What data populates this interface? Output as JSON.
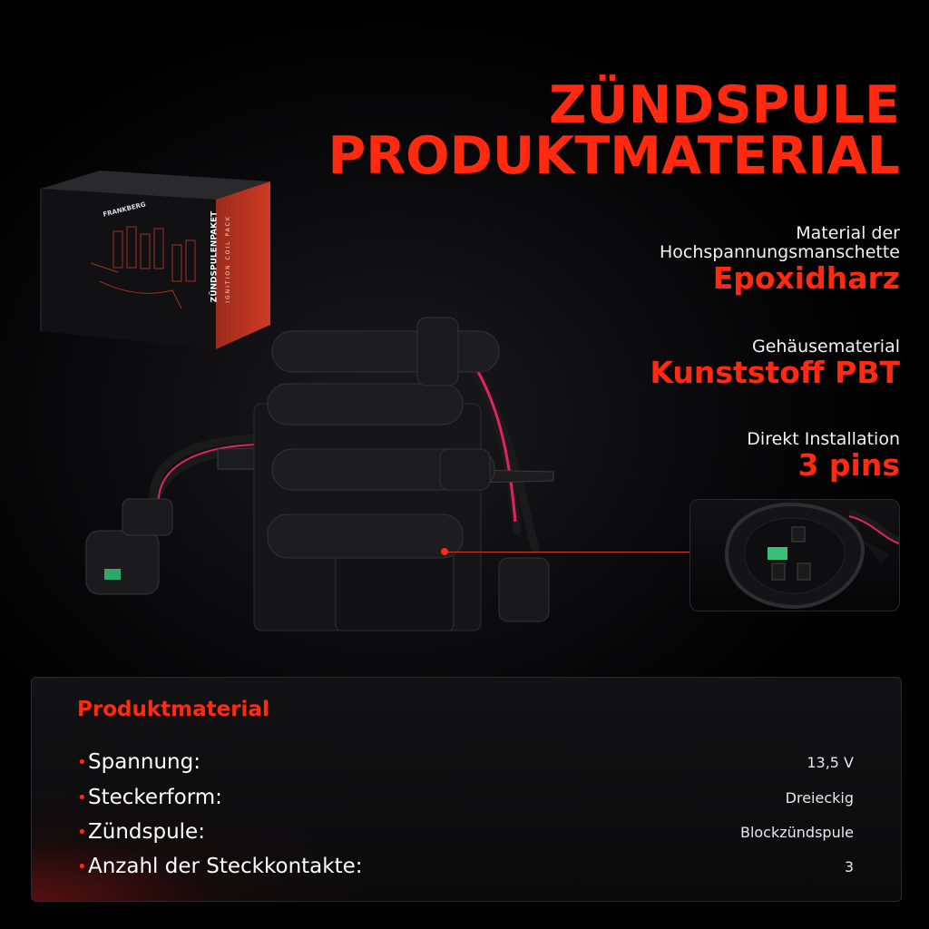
{
  "title": {
    "line1": "ZÜNDSPULE",
    "line2": "PRODUKTMATERIAL"
  },
  "box": {
    "brand": "FRANKBERG",
    "label": "ZÜNDSPULENPAKET",
    "sublabel": "IGNITION COIL PACK"
  },
  "specs": [
    {
      "label_line1": "Material der",
      "label_line2": "Hochspannungsmanschette",
      "value": "Epoxidharz"
    },
    {
      "label_line1": "Gehäusematerial",
      "label_line2": "",
      "value": "Kunststoff PBT"
    },
    {
      "label_line1": "Direkt Installation",
      "label_line2": "",
      "value": "3 pins"
    }
  ],
  "panel": {
    "title": "Produktmaterial",
    "rows": [
      {
        "bullet": "•",
        "key": "Spannung:",
        "value": "13,5 V"
      },
      {
        "bullet": "•",
        "key": "Steckerform:",
        "value": "Dreieckig"
      },
      {
        "bullet": "•",
        "key": "Zündspule:",
        "value": "Blockzündspule"
      },
      {
        "bullet": "•",
        "key": "Anzahl der Steckkontakte:",
        "value": "3"
      }
    ]
  },
  "colors": {
    "accent": "#ff2a0f",
    "background": "#000000",
    "text": "#ffffff"
  }
}
